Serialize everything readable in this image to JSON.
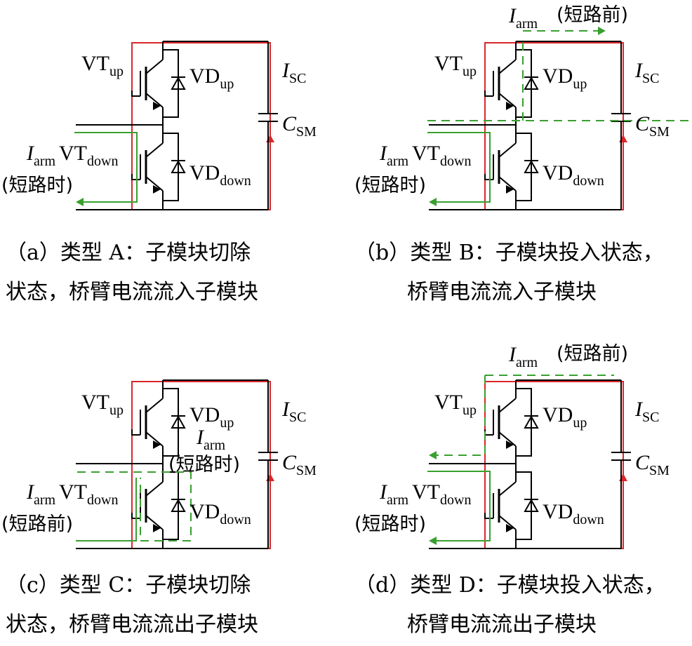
{
  "colors": {
    "circuit": "#000000",
    "sc_path": "#d9262b",
    "arm_current": "#38a02f"
  },
  "panels": [
    {
      "id": "a",
      "vt_up": {
        "main": "VT",
        "sub": "up"
      },
      "vd_up": {
        "main": "VD",
        "sub": "up"
      },
      "vt_down": {
        "main": "VT",
        "sub": "down"
      },
      "vd_down": {
        "main": "VD",
        "sub": "down"
      },
      "isc": {
        "main": "I",
        "sub": "SC"
      },
      "csm": {
        "main": "C",
        "sub": "SM"
      },
      "iarm_left": {
        "main": "I",
        "sub": "arm",
        "note": "(短路时)"
      },
      "caption": [
        "（a）类型 A：子模块切除",
        "状态，桥臂电流流入子模块"
      ]
    },
    {
      "id": "b",
      "vt_up": {
        "main": "VT",
        "sub": "up"
      },
      "vd_up": {
        "main": "VD",
        "sub": "up"
      },
      "vt_down": {
        "main": "VT",
        "sub": "down"
      },
      "vd_down": {
        "main": "VD",
        "sub": "down"
      },
      "isc": {
        "main": "I",
        "sub": "SC"
      },
      "csm": {
        "main": "C",
        "sub": "SM"
      },
      "iarm_left": {
        "main": "I",
        "sub": "arm",
        "note": "(短路时)"
      },
      "iarm_top": {
        "main": "I",
        "sub": "arm",
        "note": "(短路前)"
      },
      "caption": [
        "（b）类型 B：子模块投入状态，",
        "桥臂电流流入子模块"
      ]
    },
    {
      "id": "c",
      "vt_up": {
        "main": "VT",
        "sub": "up"
      },
      "vd_up": {
        "main": "VD",
        "sub": "up"
      },
      "vt_down": {
        "main": "VT",
        "sub": "down"
      },
      "vd_down": {
        "main": "VD",
        "sub": "down"
      },
      "isc": {
        "main": "I",
        "sub": "SC"
      },
      "csm": {
        "main": "C",
        "sub": "SM"
      },
      "iarm_left": {
        "main": "I",
        "sub": "arm",
        "note": "(短路前)"
      },
      "iarm_mid": {
        "main": "I",
        "sub": "arm",
        "note": "(短路时)"
      },
      "caption": [
        "（c）类型 C：子模块切除",
        "状态，桥臂电流流出子模块"
      ]
    },
    {
      "id": "d",
      "vt_up": {
        "main": "VT",
        "sub": "up"
      },
      "vd_up": {
        "main": "VD",
        "sub": "up"
      },
      "vt_down": {
        "main": "VT",
        "sub": "down"
      },
      "vd_down": {
        "main": "VD",
        "sub": "down"
      },
      "isc": {
        "main": "I",
        "sub": "SC"
      },
      "csm": {
        "main": "C",
        "sub": "SM"
      },
      "iarm_left": {
        "main": "I",
        "sub": "arm",
        "note": "(短路时)"
      },
      "iarm_top": {
        "main": "I",
        "sub": "arm",
        "note": "(短路前)"
      },
      "caption": [
        "（d）类型 D：子模块投入状态，",
        "桥臂电流流出子模块"
      ]
    }
  ]
}
